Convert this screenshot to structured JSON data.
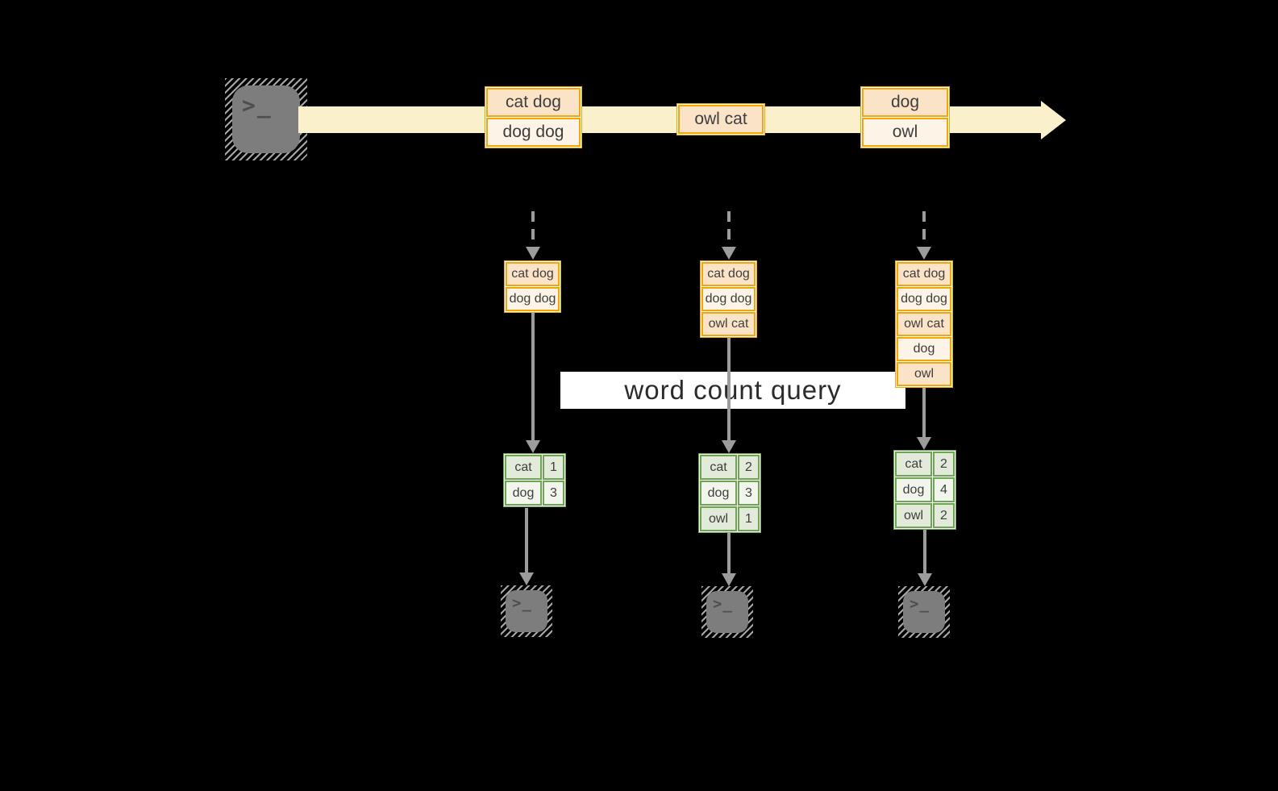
{
  "query_label": "word count query",
  "icons": {
    "terminal_glyph": ">_"
  },
  "stream": {
    "events": [
      [
        "cat dog",
        "dog dog"
      ],
      [
        "owl cat"
      ],
      [
        "dog",
        "owl"
      ]
    ]
  },
  "states": [
    [
      "cat dog",
      "dog dog"
    ],
    [
      "cat dog",
      "dog dog",
      "owl cat"
    ],
    [
      "cat dog",
      "dog dog",
      "owl cat",
      "dog",
      "owl"
    ]
  ],
  "counts": [
    [
      [
        "cat",
        "1"
      ],
      [
        "dog",
        "3"
      ]
    ],
    [
      [
        "cat",
        "2"
      ],
      [
        "dog",
        "3"
      ],
      [
        "owl",
        "1"
      ]
    ],
    [
      [
        "cat",
        "2"
      ],
      [
        "dog",
        "4"
      ],
      [
        "owl",
        "2"
      ]
    ]
  ],
  "colors": {
    "background": "#000000",
    "stream_band": "#faf0cb",
    "amber_border": "#f2a60e",
    "cell_peach": "#fbe3c7",
    "cell_cream": "#fdf3e6",
    "green_border": "#6da554",
    "green_fill_dark": "#e2ead9",
    "green_fill_light": "#f1f5ec",
    "arrow_gray": "#9c9c9c",
    "terminal_gray": "#7d7d7d",
    "query_band": "#ffffff"
  }
}
